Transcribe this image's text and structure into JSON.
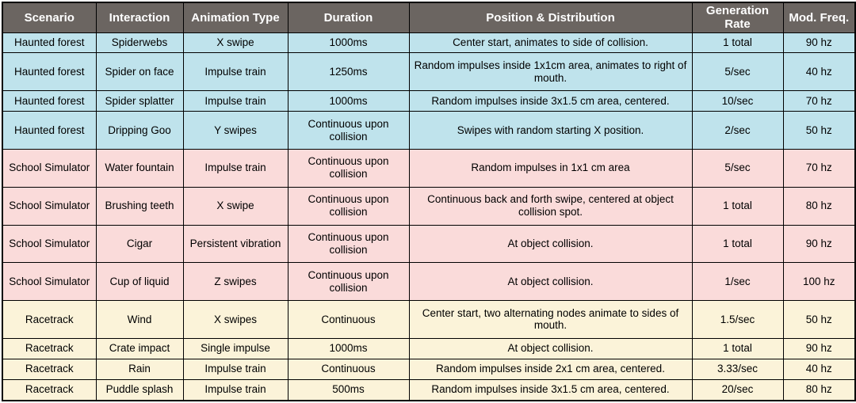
{
  "table": {
    "columns": [
      "Scenario",
      "Interaction",
      "Animation Type",
      "Duration",
      "Position & Distribution",
      "Generation Rate",
      "Mod. Freq."
    ],
    "header_bg": "#6b6561",
    "header_text_color": "#ffffff",
    "border_color": "#000000",
    "group_colors": {
      "haunted_forest": "#bfe3ec",
      "school_simulator": "#fadbda",
      "racetrack": "#fbf3d9"
    },
    "rows": [
      {
        "scenario": "Haunted forest",
        "interaction": "Spiderwebs",
        "animation_type": "X swipe",
        "duration": "1000ms",
        "position": "Center start, animates to side of collision.",
        "generation_rate": "1 total",
        "mod_freq": "90 hz",
        "group": "haunted_forest"
      },
      {
        "scenario": "Haunted forest",
        "interaction": "Spider on face",
        "animation_type": "Impulse train",
        "duration": "1250ms",
        "position": "Random impulses inside 1x1cm area, animates to right of mouth.",
        "generation_rate": "5/sec",
        "mod_freq": "40 hz",
        "group": "haunted_forest"
      },
      {
        "scenario": "Haunted forest",
        "interaction": "Spider splatter",
        "animation_type": "Impulse train",
        "duration": "1000ms",
        "position": "Random impulses inside 3x1.5 cm area, centered.",
        "generation_rate": "10/sec",
        "mod_freq": "70 hz",
        "group": "haunted_forest"
      },
      {
        "scenario": "Haunted forest",
        "interaction": "Dripping Goo",
        "animation_type": "Y swipes",
        "duration": "Continuous upon collision",
        "position": "Swipes with random starting X position.",
        "generation_rate": "2/sec",
        "mod_freq": "50 hz",
        "group": "haunted_forest"
      },
      {
        "scenario": "School Simulator",
        "interaction": "Water fountain",
        "animation_type": "Impulse train",
        "duration": "Continuous upon collision",
        "position": "Random impulses in 1x1 cm area",
        "generation_rate": "5/sec",
        "mod_freq": "70 hz",
        "group": "school_simulator"
      },
      {
        "scenario": "School Simulator",
        "interaction": "Brushing teeth",
        "animation_type": "X swipe",
        "duration": "Continuous upon collision",
        "position": "Continuous back and forth swipe, centered at object collision spot.",
        "generation_rate": "1 total",
        "mod_freq": "80 hz",
        "group": "school_simulator"
      },
      {
        "scenario": "School Simulator",
        "interaction": "Cigar",
        "animation_type": "Persistent vibration",
        "duration": "Continuous upon collision",
        "position": "At object collision.",
        "generation_rate": "1 total",
        "mod_freq": "90 hz",
        "group": "school_simulator"
      },
      {
        "scenario": "School Simulator",
        "interaction": "Cup of liquid",
        "animation_type": "Z swipes",
        "duration": "Continuous upon collision",
        "position": "At object collision.",
        "generation_rate": "1/sec",
        "mod_freq": "100 hz",
        "group": "school_simulator"
      },
      {
        "scenario": "Racetrack",
        "interaction": "Wind",
        "animation_type": "X swipes",
        "duration": "Continuous",
        "position": "Center start, two alternating nodes animate to sides of mouth.",
        "generation_rate": "1.5/sec",
        "mod_freq": "50 hz",
        "group": "racetrack"
      },
      {
        "scenario": "Racetrack",
        "interaction": "Crate impact",
        "animation_type": "Single impulse",
        "duration": "1000ms",
        "position": "At object collision.",
        "generation_rate": "1 total",
        "mod_freq": "90 hz",
        "group": "racetrack"
      },
      {
        "scenario": "Racetrack",
        "interaction": "Rain",
        "animation_type": "Impulse train",
        "duration": "Continuous",
        "position": "Random impulses inside 2x1 cm area, centered.",
        "generation_rate": "3.33/sec",
        "mod_freq": "40 hz",
        "group": "racetrack"
      },
      {
        "scenario": "Racetrack",
        "interaction": "Puddle splash",
        "animation_type": "Impulse train",
        "duration": "500ms",
        "position": "Random impulses inside 3x1.5 cm area, centered.",
        "generation_rate": "20/sec",
        "mod_freq": "80 hz",
        "group": "racetrack"
      }
    ]
  }
}
